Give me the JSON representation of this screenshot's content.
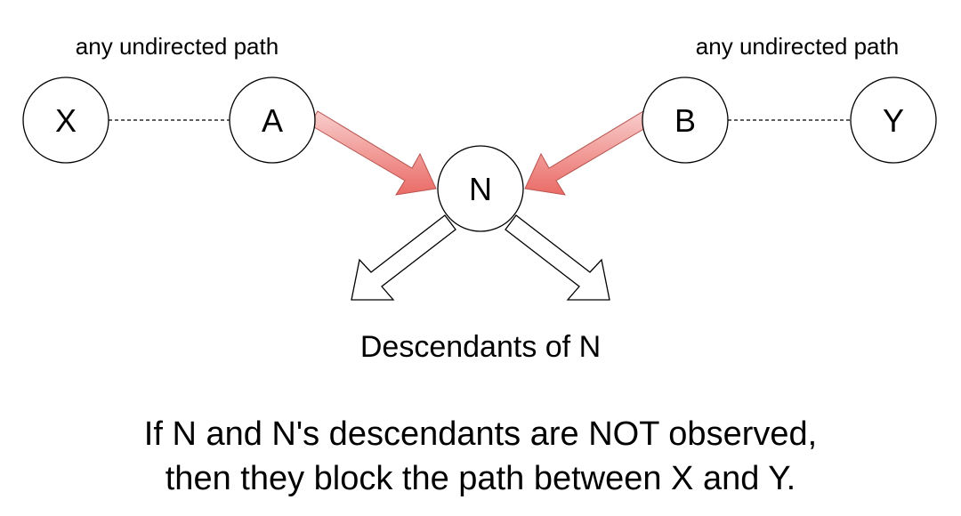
{
  "diagram": {
    "nodes": [
      {
        "id": "X",
        "label": "X"
      },
      {
        "id": "A",
        "label": "A"
      },
      {
        "id": "N",
        "label": "N"
      },
      {
        "id": "B",
        "label": "B"
      },
      {
        "id": "Y",
        "label": "Y"
      }
    ],
    "edges": [
      {
        "from": "X",
        "to": "A",
        "style": "dashed",
        "kind": "undirected-path"
      },
      {
        "from": "B",
        "to": "Y",
        "style": "dashed",
        "kind": "undirected-path"
      },
      {
        "from": "A",
        "to": "N",
        "style": "block-arrow",
        "color": "#ea6b66"
      },
      {
        "from": "B",
        "to": "N",
        "style": "block-arrow",
        "color": "#ea6b66"
      },
      {
        "from": "N",
        "to": "descendant-left",
        "style": "hollow-arrow"
      },
      {
        "from": "N",
        "to": "descendant-right",
        "style": "hollow-arrow"
      }
    ],
    "labels": {
      "left_path": "any undirected path",
      "right_path": "any undirected path",
      "descendants": "Descendants of N",
      "caption_line1": "If N and N's descendants are NOT observed,",
      "caption_line2": "then they block the path between X and Y."
    },
    "colors": {
      "arrow_fill_light": "#f8cecc",
      "arrow_fill_dark": "#ea6b66",
      "arrow_stroke": "#b85450",
      "node_stroke": "#000000"
    }
  }
}
